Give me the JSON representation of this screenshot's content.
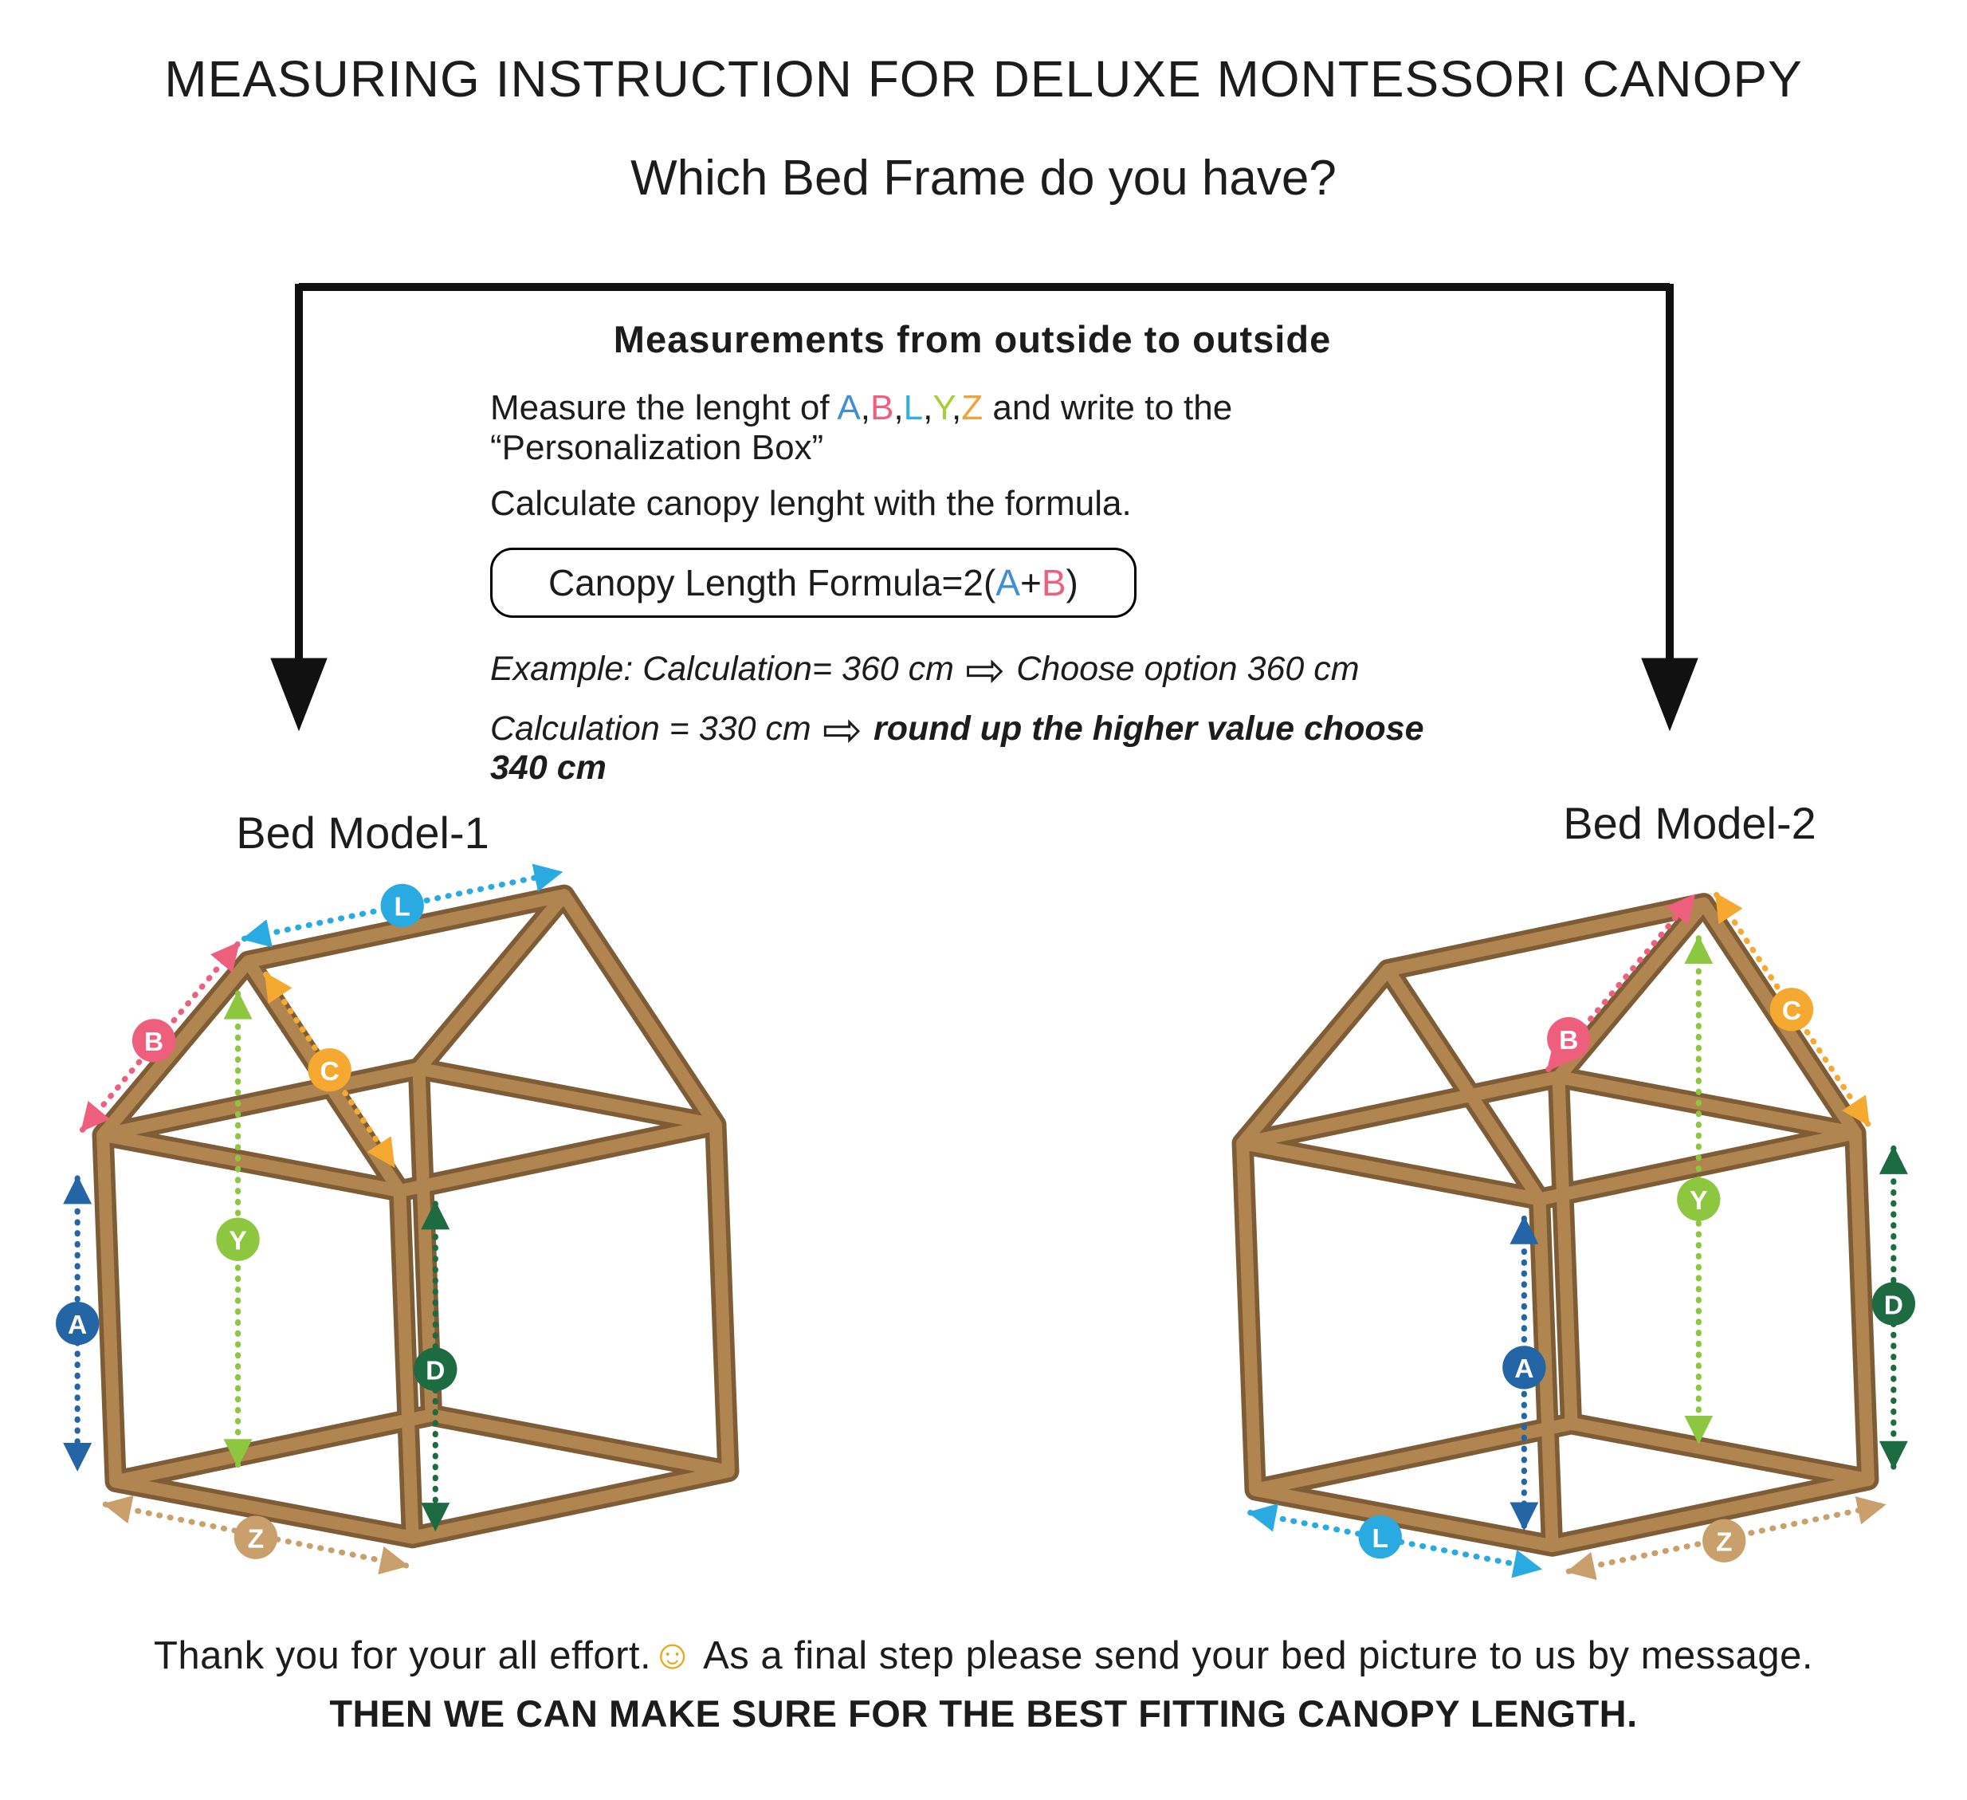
{
  "title": "MEASURING INSTRUCTION FOR DELUXE MONTESSORI CANOPY",
  "subtitle": "Which Bed Frame do you have?",
  "instructions": {
    "heading": "Measurements  from outside to outside",
    "measure_prefix": "Measure the lenght of  ",
    "comma": ",",
    "letters": [
      {
        "t": "A",
        "c": "#3f8fd2"
      },
      {
        "t": "B",
        "c": "#ee5f7e"
      },
      {
        "t": "L",
        "c": "#2eb1e7"
      },
      {
        "t": "Y",
        "c": "#a6ce39"
      },
      {
        "t": "Z",
        "c": "#f0a03c"
      }
    ],
    "measure_suffix": " and write to the “Personalization Box”",
    "calculate_line": "Calculate canopy lenght with the formula.",
    "formula": {
      "prefix": "Canopy Length Formula=2(",
      "a": "A",
      "a_color": "#3f8fd2",
      "plus": "+",
      "b": "B",
      "b_color": "#ee5f7e",
      "suffix": ")"
    },
    "example1": {
      "left": "Example: Calculation= 360 cm",
      "arrow": "⇨",
      "right": "Choose option 360 cm"
    },
    "example2": {
      "left": "Calculation = 330 cm",
      "arrow": "⇨",
      "right": "round up the higher value choose 340 cm"
    }
  },
  "models": [
    {
      "name": "Bed Model-1"
    },
    {
      "name": "Bed Model-2"
    }
  ],
  "labels": {
    "A": {
      "letter": "A",
      "color": "#2465a5"
    },
    "B": {
      "letter": "B",
      "color": "#ee5f7e"
    },
    "C": {
      "letter": "C",
      "color": "#f5a930"
    },
    "D": {
      "letter": "D",
      "color": "#1d6b40"
    },
    "L": {
      "letter": "L",
      "color": "#29abe2"
    },
    "Y": {
      "letter": "Y",
      "color": "#8dc63f"
    },
    "Z": {
      "letter": "Z",
      "color": "#c9a06b"
    }
  },
  "footer": {
    "line1_a": "Thank you for your all effort.",
    "smiley": "☺",
    "line1_b": " As a final step please send your  bed picture to us by message.",
    "line2": "THEN WE CAN MAKE SURE FOR THE BEST FITTING CANOPY LENGTH."
  },
  "colors": {
    "wood": "#b1854f",
    "wood_outline": "#7d5c36",
    "bracket": "#111111"
  }
}
